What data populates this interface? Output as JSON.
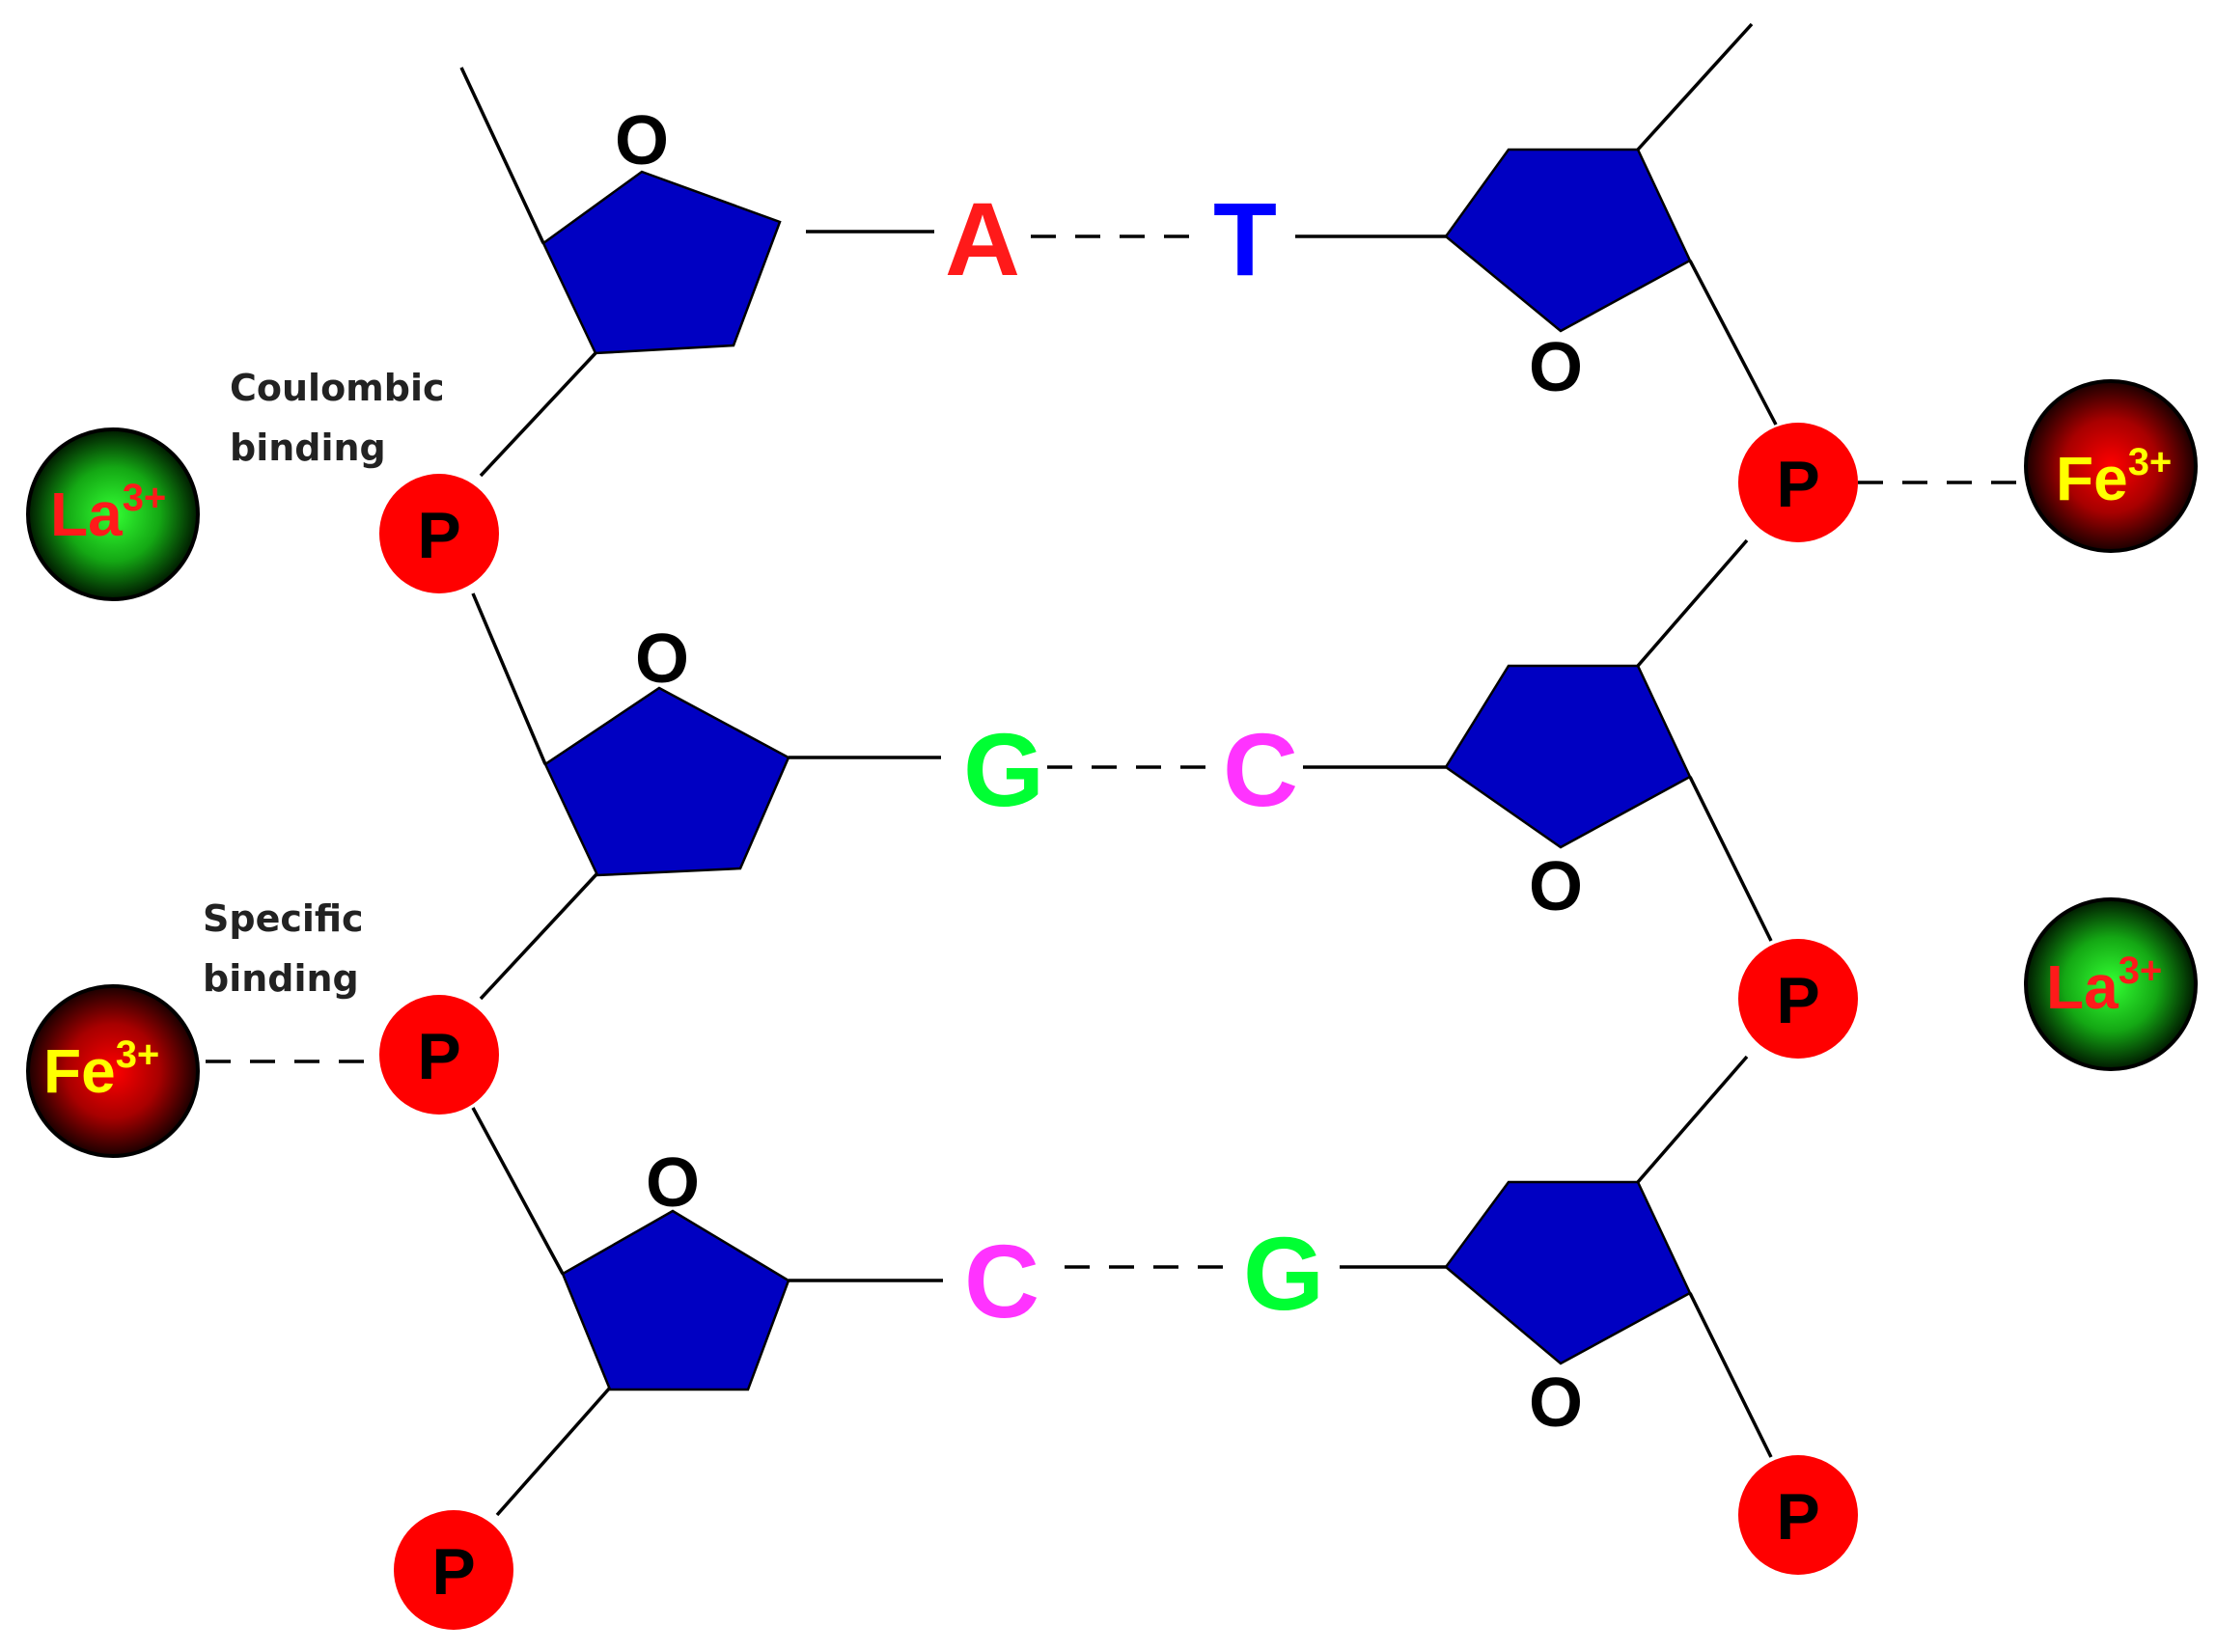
{
  "oxygen_label": "O",
  "phosphate_label": "P",
  "base_pairs": [
    {
      "left": "A",
      "right": "T",
      "left_color": "#ff1a1a",
      "right_color": "#0000ff"
    },
    {
      "left": "G",
      "right": "C",
      "left_color": "#00ff33",
      "right_color": "#ff33ff"
    },
    {
      "left": "C",
      "right": "G",
      "left_color": "#ff33ff",
      "right_color": "#00ff33"
    }
  ],
  "ions": {
    "la": {
      "symbol": "La",
      "charge": "3+",
      "text_color": "#ff1a1a",
      "sphere_color": "#1fbf1f"
    },
    "fe": {
      "symbol": "Fe",
      "charge": "3+",
      "text_color": "#ffff00",
      "sphere_color": "#e00000"
    }
  },
  "annotations": {
    "coulombic": [
      "Coulombic",
      "binding"
    ],
    "specific": [
      "Specific",
      "binding"
    ]
  },
  "colors": {
    "sugar": "#0000c2",
    "phosphate": "#ff0000"
  }
}
